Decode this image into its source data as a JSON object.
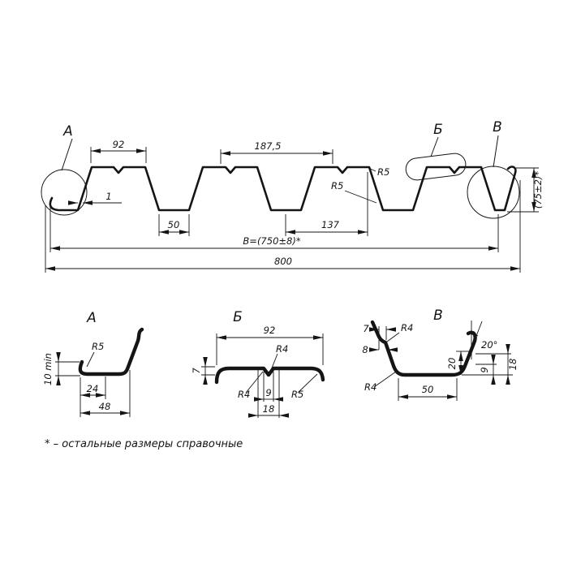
{
  "drawing": {
    "main_view": {
      "callouts": {
        "a": "А",
        "b": "Б",
        "v": "В"
      },
      "dims": {
        "top_flange_width": "92",
        "pitch": "187,5",
        "radius_web": "R5",
        "radius_top": "R5",
        "thickness": "1",
        "bottom_flange_width": "50",
        "rib_spacing": "137",
        "cover_width": "B=(750±8)*",
        "overall_width": "800",
        "height": "(75±2)*"
      }
    },
    "detail_a": {
      "title": "А",
      "dims": {
        "lip_height": "10 min",
        "radius": "R5",
        "w24": "24",
        "w48": "48"
      }
    },
    "detail_b": {
      "title": "Б",
      "dims": {
        "w92": "92",
        "r4_top": "R4",
        "h7": "7",
        "r4_bottom": "R4",
        "w9": "9",
        "r5": "R5",
        "w18": "18"
      }
    },
    "detail_v": {
      "title": "В",
      "dims": {
        "w7": "7",
        "r4_top": "R4",
        "w8": "8",
        "r4_left": "R4",
        "angle": "20°",
        "h20": "20",
        "h9": "9",
        "h18": "18",
        "w50": "50"
      }
    },
    "footnote": "* – остальные размеры справочные"
  }
}
